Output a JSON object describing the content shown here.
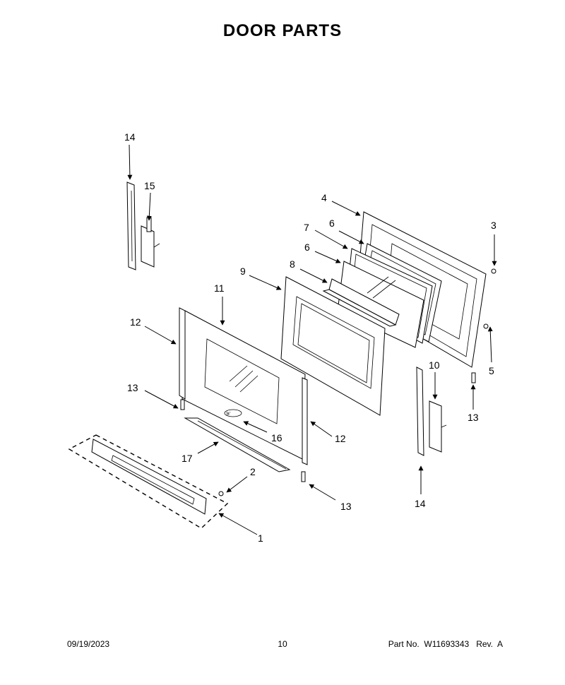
{
  "title": "DOOR PARTS",
  "callouts": {
    "c1": "1",
    "c2": "2",
    "c3": "3",
    "c4": "4",
    "c5": "5",
    "c6a": "6",
    "c6b": "6",
    "c7": "7",
    "c8": "8",
    "c9": "9",
    "c10": "10",
    "c11": "11",
    "c12a": "12",
    "c12b": "12",
    "c13a": "13",
    "c13b": "13",
    "c13c": "13",
    "c14a": "14",
    "c14b": "14",
    "c15": "15",
    "c16": "16",
    "c17": "17"
  },
  "footer": {
    "date": "09/19/2023",
    "page": "10",
    "part_no": "Part No.  W11693343   Rev.  A"
  }
}
